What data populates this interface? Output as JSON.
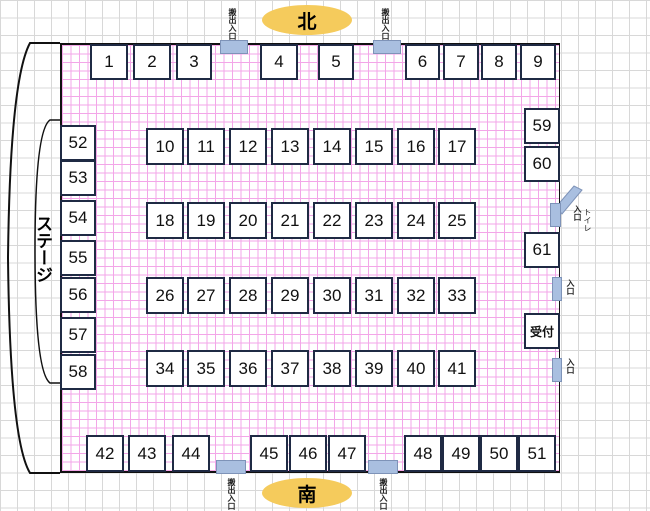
{
  "compass": {
    "north": "北",
    "south": "南"
  },
  "stage_label": "ステージ",
  "door_labels": {
    "loading": "搬出入口",
    "entrance": "入口",
    "toilet": "トイレ"
  },
  "reception": "受付",
  "booths": [
    "1",
    "2",
    "3",
    "4",
    "5",
    "6",
    "7",
    "8",
    "9",
    "10",
    "11",
    "12",
    "13",
    "14",
    "15",
    "16",
    "17",
    "18",
    "19",
    "20",
    "21",
    "22",
    "23",
    "24",
    "25",
    "26",
    "27",
    "28",
    "29",
    "30",
    "31",
    "32",
    "33",
    "34",
    "35",
    "36",
    "37",
    "38",
    "39",
    "40",
    "41",
    "42",
    "43",
    "44",
    "45",
    "46",
    "47",
    "48",
    "49",
    "50",
    "51",
    "52",
    "53",
    "54",
    "55",
    "56",
    "57",
    "58",
    "59",
    "60",
    "61"
  ]
}
